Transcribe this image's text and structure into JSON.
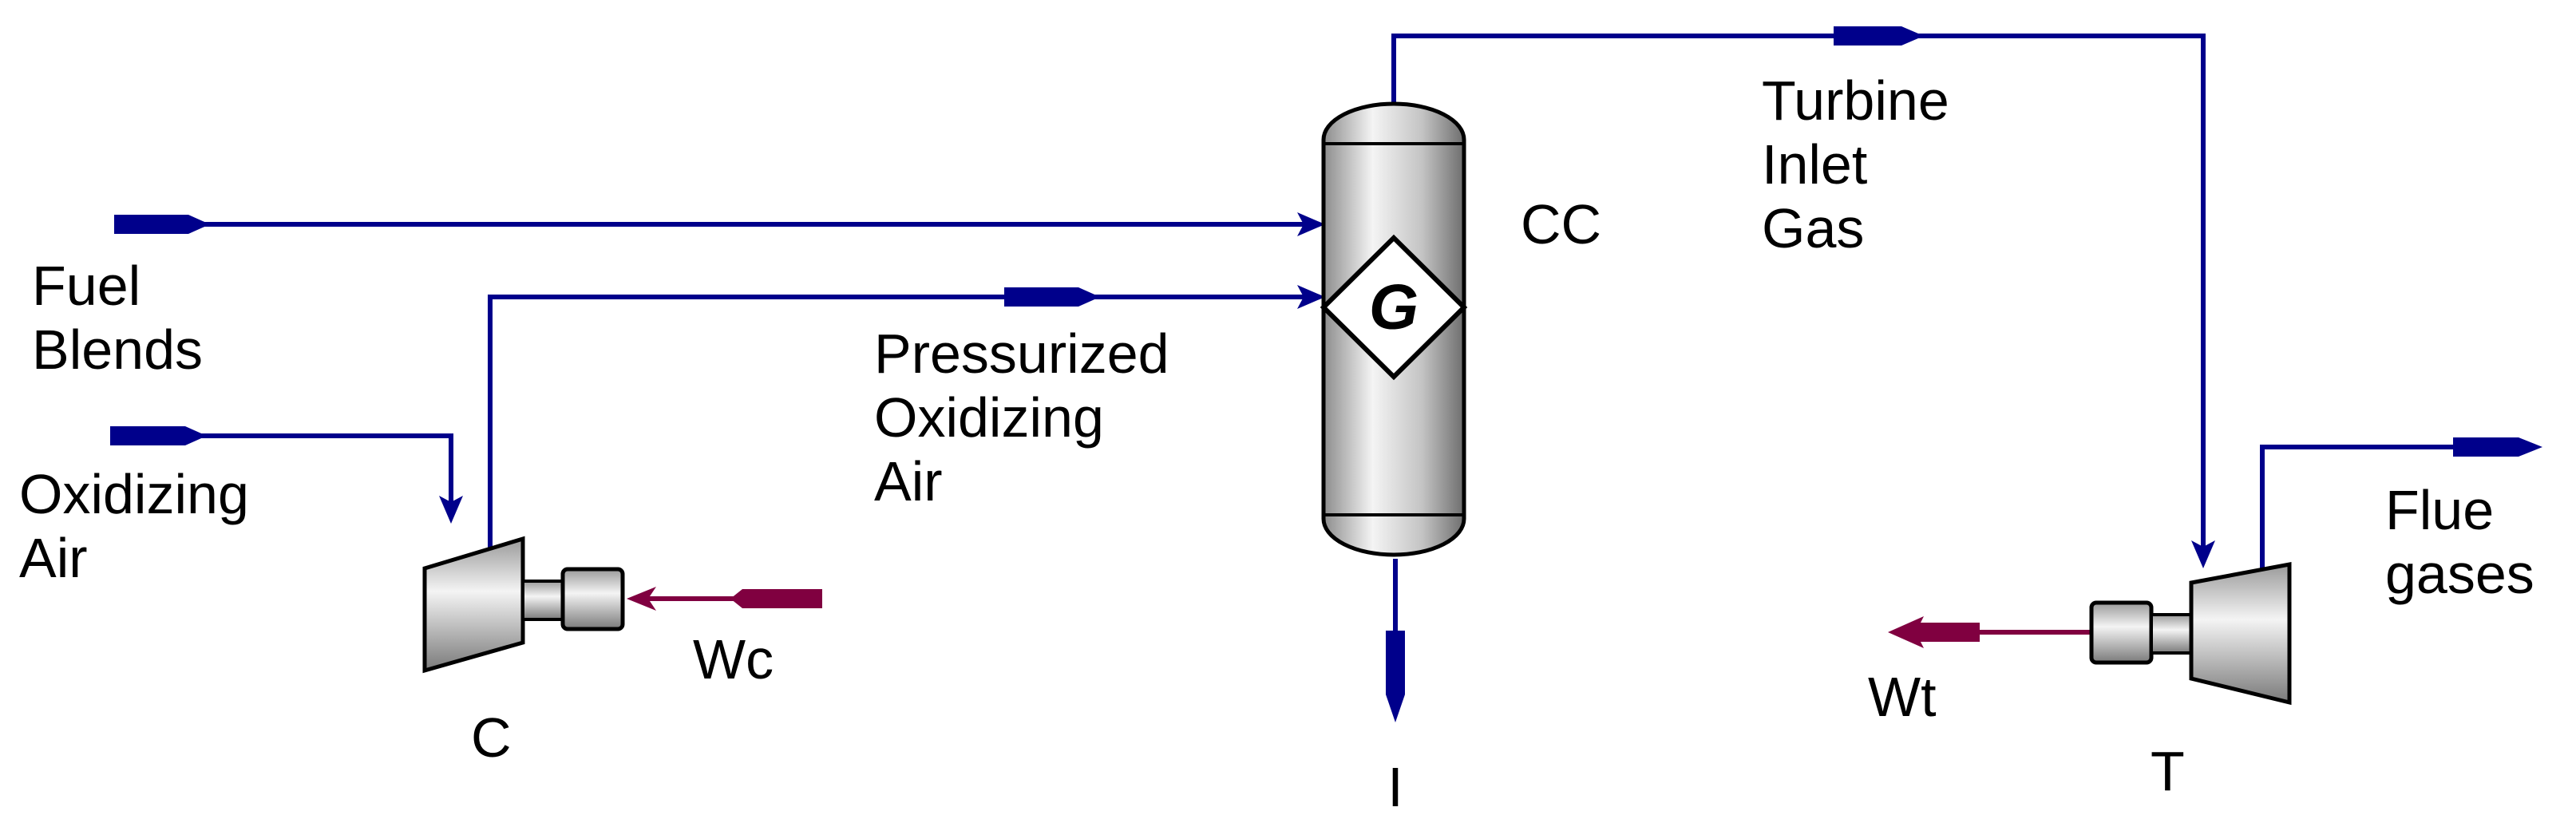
{
  "colors": {
    "material_stream": "#00008b",
    "work_stream": "#800040",
    "unit_outline": "#000000",
    "vessel_light": "#f4f4f4",
    "vessel_dark": "#8c8c8c"
  },
  "units": {
    "compressor": {
      "label": "C",
      "icon": "compressor-icon"
    },
    "combustion_chamber": {
      "label": "CC",
      "icon": "gibbs-reactor-icon",
      "symbol": "G"
    },
    "turbine": {
      "label": "T",
      "icon": "turbine-icon"
    }
  },
  "streams": {
    "fuel": {
      "line1": "Fuel",
      "line2": "Blends"
    },
    "air": {
      "line1": "Oxidizing",
      "line2": "Air"
    },
    "pressurized_air": {
      "line1": "Pressurized",
      "line2": "Oxidizing",
      "line3": "Air"
    },
    "turbine_inlet": {
      "line1": "Turbine",
      "line2": "Inlet",
      "line3": "Gas"
    },
    "flue": {
      "line1": "Flue",
      "line2": "gases"
    },
    "bottom": {
      "label": "I"
    }
  },
  "work_streams": {
    "compressor_work": {
      "label": "Wc"
    },
    "turbine_work": {
      "label": "Wt"
    }
  }
}
